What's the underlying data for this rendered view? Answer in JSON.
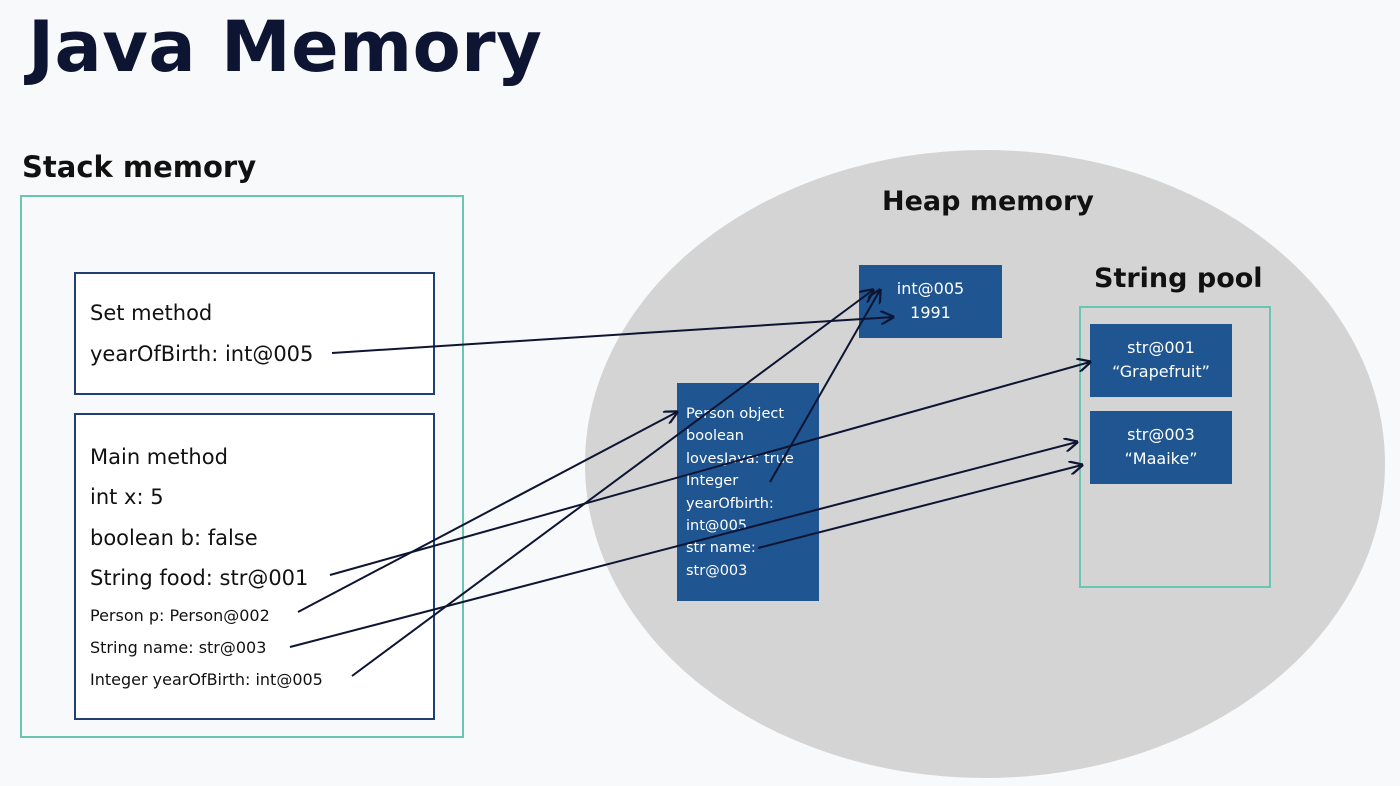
{
  "title": "Java Memory",
  "stack": {
    "label": "Stack memory",
    "set_method": {
      "title": "Set method",
      "lines": [
        "yearOfBirth: int@005"
      ]
    },
    "main_method": {
      "title": "Main method",
      "lines": [
        "int x: 5",
        "boolean b: false",
        "String food: str@001"
      ],
      "small_lines": [
        "Person p: Person@002",
        "String name: str@003",
        "Integer yearOfBirth: int@005"
      ]
    }
  },
  "heap": {
    "label": "Heap memory",
    "int_object": [
      "int@005",
      "1991"
    ],
    "person_object": [
      "Person object",
      "boolean",
      "lovesJava: true",
      "Integer",
      "yearOfbirth:",
      "int@005",
      "str name:",
      "str@003"
    ]
  },
  "string_pool": {
    "label": "String pool",
    "entries": [
      [
        "str@001",
        "“Grapefruit”"
      ],
      [
        "str@003",
        "“Maaike”"
      ]
    ]
  },
  "colors": {
    "frame_teal": "#69c6b0",
    "method_border": "#1f3f75",
    "object_blue": "#1f5591",
    "heap_gray": "#d4d4d4",
    "title_navy": "#0d1533"
  }
}
